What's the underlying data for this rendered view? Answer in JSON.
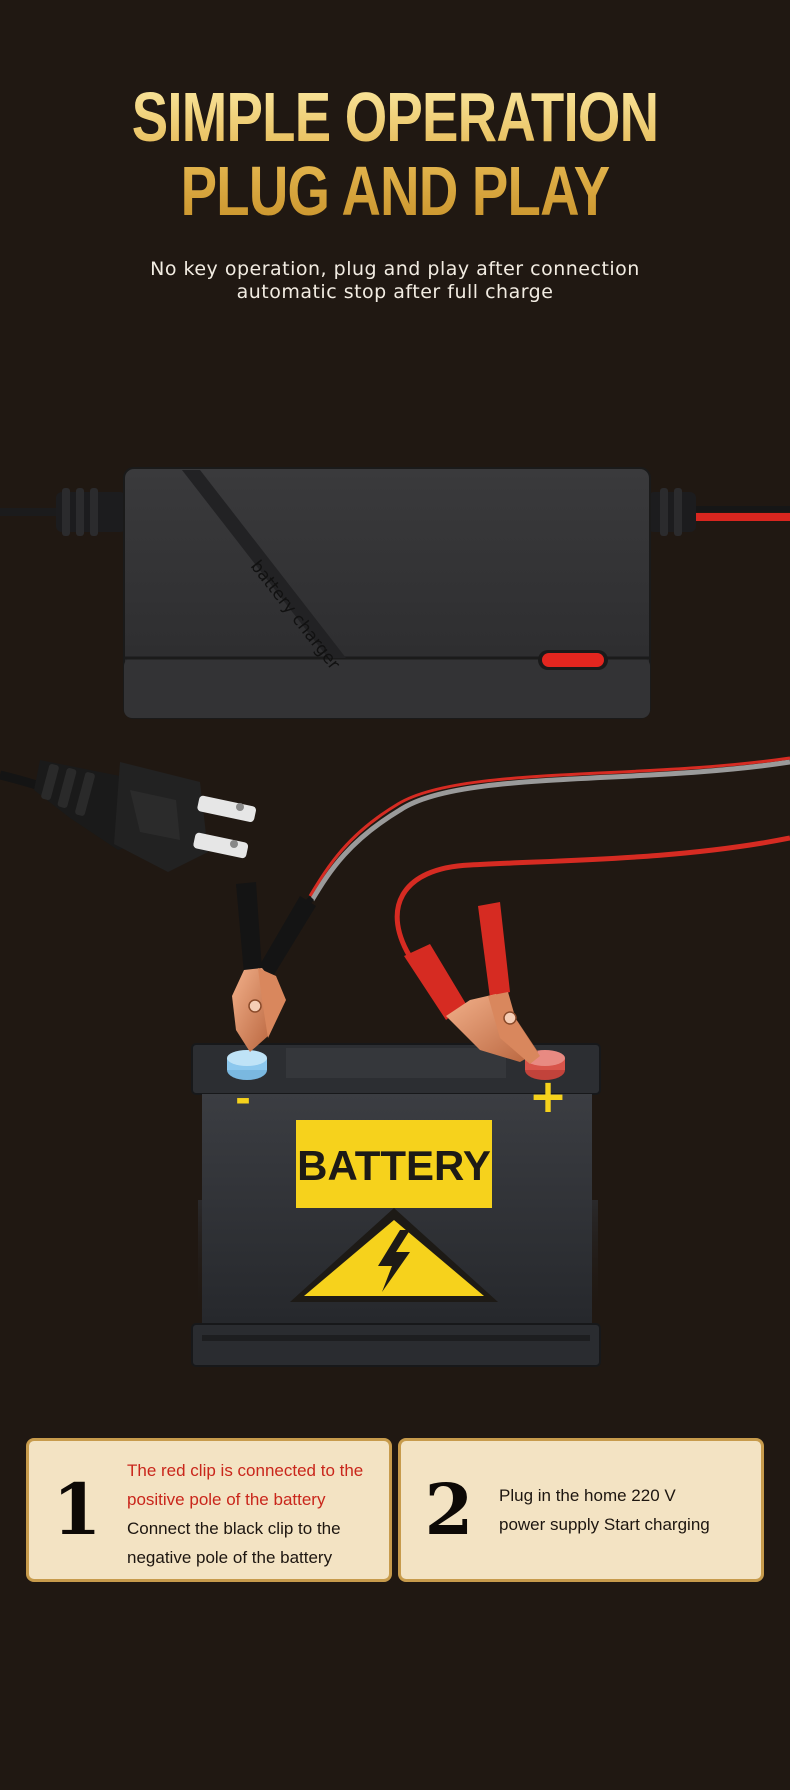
{
  "headline": {
    "line1": "SIMPLE OPERATION",
    "line2": "PLUG AND PLAY"
  },
  "subtitle": {
    "line1": "No key operation, plug and play after connection",
    "line2": "automatic stop after full charge"
  },
  "charger": {
    "label": "battery charger",
    "indicator_color": "#e3261f"
  },
  "battery": {
    "label": "BATTERY",
    "negative_sign": "-",
    "positive_sign": "+",
    "warning_icon": "lightning-warning-icon"
  },
  "steps": [
    {
      "number": "1",
      "highlight_line1": "The red clip is connected to the",
      "highlight_line2": "positive pole of the battery",
      "line3": "Connect the black clip to the",
      "line4": "negative pole of the battery"
    },
    {
      "number": "2",
      "line1": "Plug in the home 220 V",
      "line2": "power supply Start charging"
    }
  ],
  "colors": {
    "background": "#201812",
    "gold": "#e3b54e",
    "card_background": "#f3e3c3",
    "card_border": "#c79b4c",
    "highlight_red": "#c9261b",
    "label_yellow": "#f6d21c"
  }
}
